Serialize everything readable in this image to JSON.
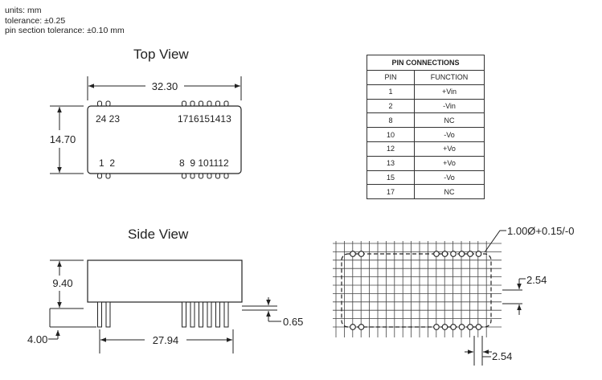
{
  "notes": {
    "units": "units: mm",
    "tolerance": "tolerance: ±0.25",
    "pin_tolerance": "pin section tolerance: ±0.10 mm"
  },
  "top_view": {
    "title": "Top View",
    "width_dim": "32.30",
    "height_dim": "14.70",
    "top_left_pins": "24 23",
    "top_right_pins": "1716151413",
    "bottom_left_pins": "1  2",
    "bottom_right_pins": "8  9 101112"
  },
  "side_view": {
    "title": "Side View",
    "height_dim": "9.40",
    "pin_length_dim": "4.00",
    "pitch_span_dim": "27.94",
    "pin_thickness_dim": "0.65"
  },
  "footprint": {
    "hole_dim": "1.00Ø+0.15/-0",
    "pitch_vertical": "2.54",
    "pitch_horizontal": "2.54"
  },
  "pin_connections": {
    "caption": "PIN CONNECTIONS",
    "headers": [
      "PIN",
      "FUNCTION"
    ],
    "rows": [
      {
        "pin": "1",
        "function": "+Vin"
      },
      {
        "pin": "2",
        "function": "-Vin"
      },
      {
        "pin": "8",
        "function": "NC"
      },
      {
        "pin": "10",
        "function": "-Vo"
      },
      {
        "pin": "12",
        "function": "+Vo"
      },
      {
        "pin": "13",
        "function": "+Vo"
      },
      {
        "pin": "15",
        "function": "-Vo"
      },
      {
        "pin": "17",
        "function": "NC"
      }
    ]
  }
}
